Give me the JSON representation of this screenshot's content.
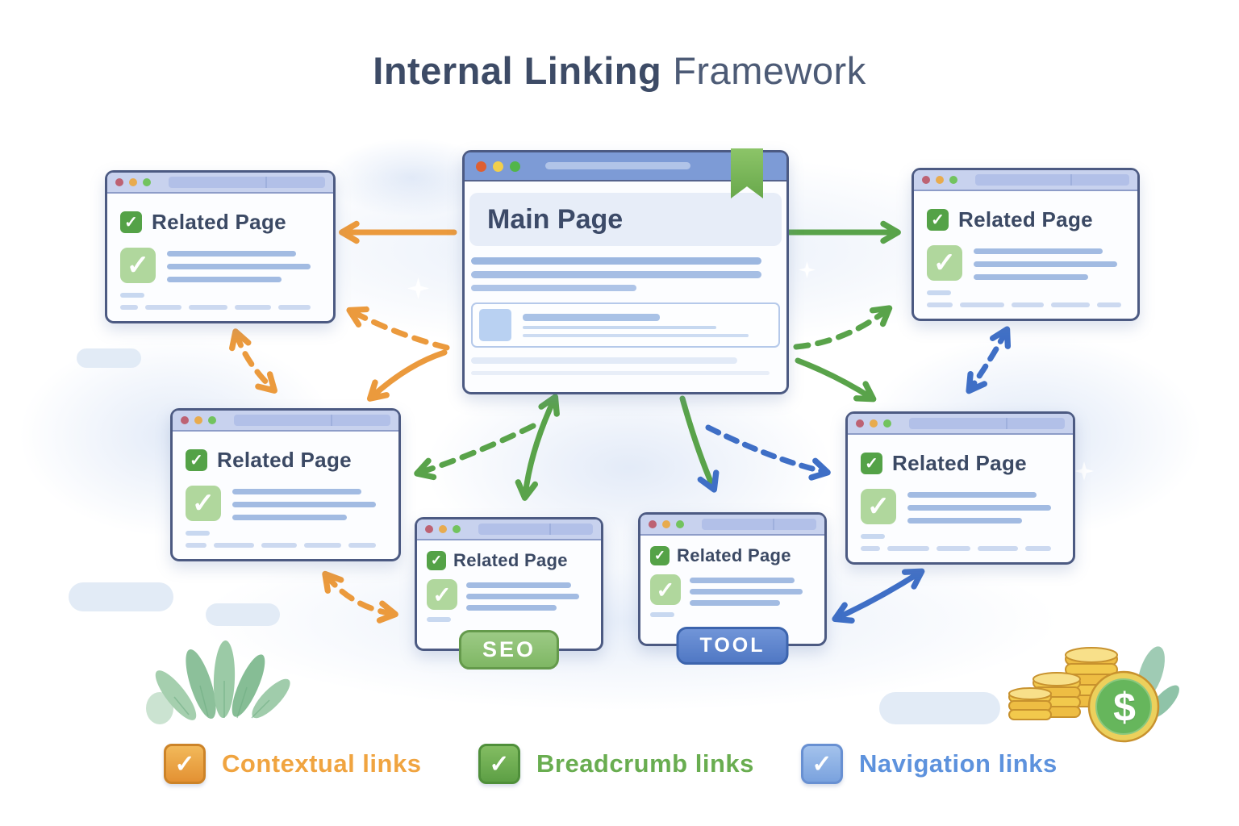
{
  "title": {
    "primary": "Internal Linking",
    "secondary": "Framework"
  },
  "windows": {
    "main": {
      "label": "Main Page"
    },
    "top_left": {
      "label": "Related Page"
    },
    "top_right": {
      "label": "Related Page"
    },
    "mid_left": {
      "label": "Related Page"
    },
    "mid_right": {
      "label": "Related Page"
    },
    "bottom_left": {
      "label": "Related Page",
      "badge": "SEO"
    },
    "bottom_right": {
      "label": "Related Page",
      "badge": "TOOL"
    }
  },
  "legend": {
    "items": [
      {
        "label": "Contextual links",
        "color": "#f0a440",
        "line_style": "orange-dashed"
      },
      {
        "label": "Breadcrumb links",
        "color": "#69ad50",
        "line_style": "green-dashed"
      },
      {
        "label": "Navigation links",
        "color": "#5d92dd",
        "line_style": "blue-dashed"
      }
    ]
  },
  "icons": {
    "check": "✓",
    "dollar": "$"
  },
  "colors": {
    "contextual_arrow": "#eb9a3d",
    "breadcrumb_arrow": "#59a34a",
    "navigation_arrow": "#3f6fc6",
    "title_text": "#3d4b66"
  }
}
